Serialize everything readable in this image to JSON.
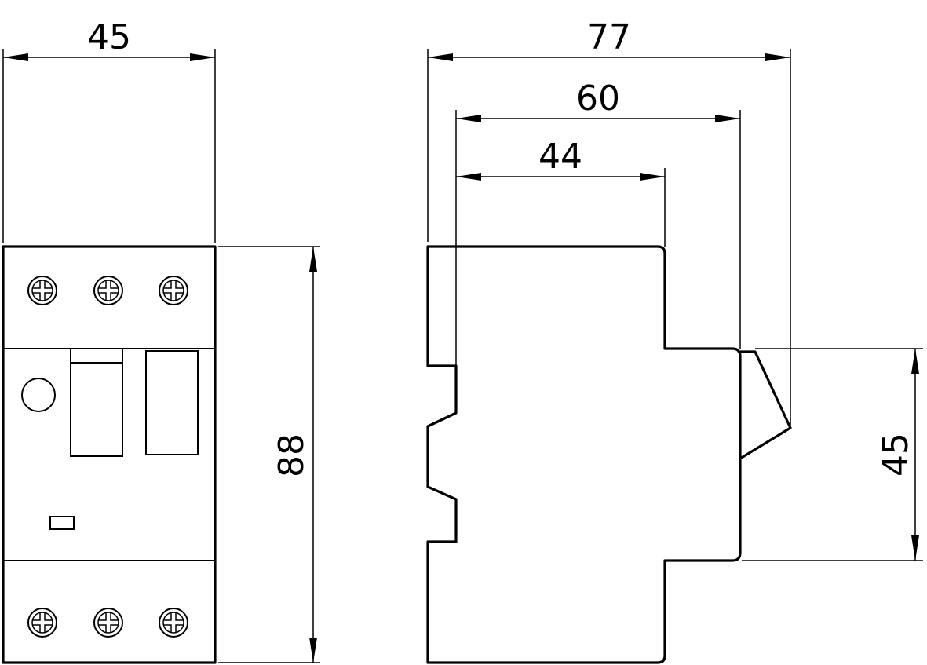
{
  "drawing": {
    "front_view": {
      "width_label": "45",
      "height_label": "88"
    },
    "side_view": {
      "total_depth_label": "77",
      "front_depth_label": "60",
      "body_depth_label": "44",
      "front_height_label": "45"
    }
  }
}
